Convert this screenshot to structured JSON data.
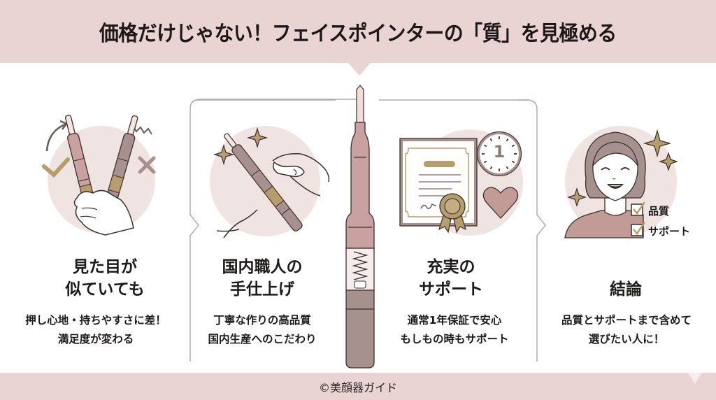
{
  "header": {
    "title": "価格だけじゃない！フェイスポインターの「質」を見極める"
  },
  "colors": {
    "band": "#ead3d3",
    "circle": "#f0e4e2",
    "pen_pink": "#c8a1a0",
    "pen_gray": "#a7918e",
    "gold": "#b69d6e",
    "outline": "#4a3b38",
    "heart": "#c29b97"
  },
  "panels": [
    {
      "id": "appearance",
      "heading_line1": "見た目が",
      "heading_line2": "似ていても",
      "desc_line1": "押し心地・持ちやすさに差！",
      "desc_line2": "満足度が変わる",
      "icons": [
        "two-pens-icon",
        "hand-icon",
        "check-icon",
        "cross-icon",
        "curved-arrow-icon",
        "zigzag-icon"
      ]
    },
    {
      "id": "craftsmanship",
      "heading_line1": "国内職人の",
      "heading_line2": "手仕上げ",
      "desc_line1": "丁寧な作りの高品質",
      "desc_line2": "国内生産へのこだわり",
      "icons": [
        "pen-icon",
        "hands-icon",
        "sparkle-icon"
      ]
    },
    {
      "id": "support",
      "heading_line1": "充実の",
      "heading_line2": "サポート",
      "desc_line1": "通常1年保証で安心",
      "desc_line2": "もしもの時もサポート",
      "icons": [
        "certificate-icon",
        "ribbon-badge-icon",
        "clock-icon",
        "heart-icon"
      ],
      "clock_number": "1"
    },
    {
      "id": "conclusion",
      "heading": "結論",
      "desc_line1": "品質とサポートまで含めて",
      "desc_line2": "選びたい人に！",
      "icons": [
        "smiling-woman-icon",
        "sparkle-icon",
        "checkbox-icon"
      ],
      "checklist": [
        "品質",
        "サポート"
      ]
    }
  ],
  "center_pen": {
    "icon": "face-pointer-pen-icon"
  },
  "footer": {
    "text": "©美顔器ガイド"
  }
}
